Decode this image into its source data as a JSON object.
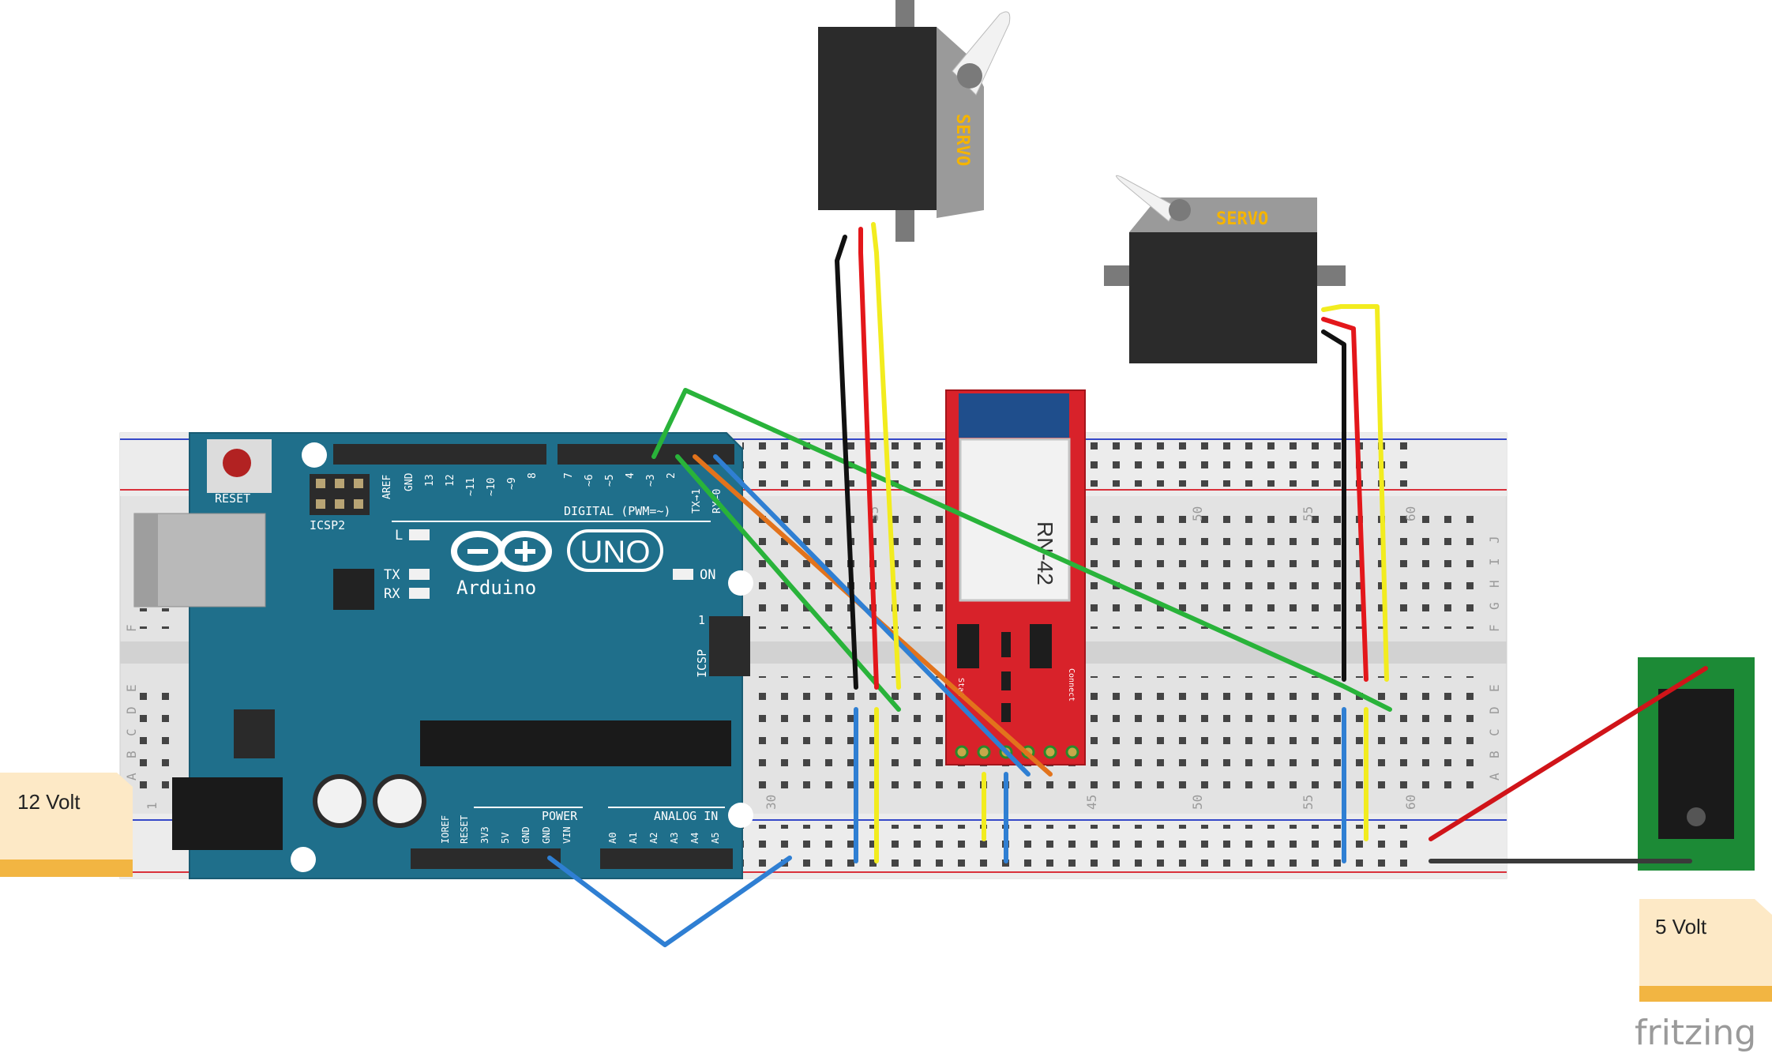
{
  "arduino": {
    "reset_label": "RESET",
    "icsp2_label": "ICSP2",
    "icsp_label": "ICSP",
    "icsp_pin1": "1",
    "led_l": "L",
    "led_tx": "TX",
    "led_rx": "RX",
    "led_on": "ON",
    "uno_label": "UNO",
    "brand": "Arduino",
    "digital_label": "DIGITAL (PWM=~)",
    "power_label": "POWER",
    "analog_label": "ANALOG IN",
    "top_pins": [
      "AREF",
      "GND",
      "13",
      "12",
      "~11",
      "~10",
      "~9",
      "8"
    ],
    "top_pins2": [
      "7",
      "~6",
      "~5",
      "4",
      "~3",
      "2",
      "TX→1",
      "RX←0"
    ],
    "power_pins": [
      "IOREF",
      "RESET",
      "3V3",
      "5V",
      "GND",
      "GND",
      "VIN"
    ],
    "analog_pins": [
      "A0",
      "A1",
      "A2",
      "A3",
      "A4",
      "A5"
    ]
  },
  "servo_top": {
    "label": "SERVO"
  },
  "servo_right": {
    "label": "SERVO"
  },
  "bluetooth": {
    "label": "RN-42",
    "stat_label": "Stat",
    "connect_label": "Connect"
  },
  "breadboard": {
    "col_numbers": [
      "30",
      "35",
      "45",
      "50",
      "55",
      "60"
    ],
    "row_letters_top": [
      "J",
      "I",
      "H",
      "G",
      "F"
    ],
    "row_letters_bottom": [
      "E",
      "D",
      "C",
      "B",
      "A"
    ],
    "row_one": "1"
  },
  "notes": {
    "left": "12 Volt",
    "right": "5 Volt"
  },
  "watermark": "fritzing",
  "colors": {
    "arduino": "#1f6f8b",
    "breadboard": "#e6e6e6",
    "rail_red": "#d9313b",
    "rail_blue": "#3548c8",
    "wire_green": "#29b33a",
    "wire_blue": "#2f7fd3",
    "wire_orange": "#e2731c",
    "wire_yellow": "#f2ec1f",
    "wire_red": "#e3171b",
    "wire_black": "#111111",
    "servo_body": "#2b2b2b",
    "servo_label": "#f5b400",
    "rn42_board": "#d8222a",
    "jack_board": "#1c8a36",
    "note_fill": "#fde9c6",
    "note_edge": "#f2b542"
  }
}
